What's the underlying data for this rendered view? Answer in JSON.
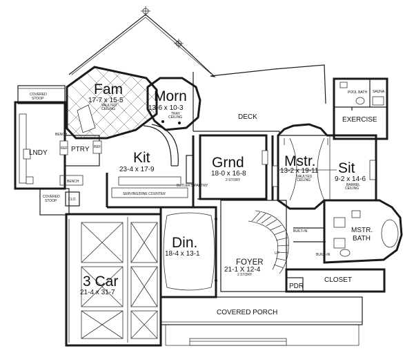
{
  "rooms": {
    "fam": {
      "name": "Fam",
      "size": "17-7 x 15-5",
      "note1": "VAULTED",
      "note2": "CEILING"
    },
    "morn": {
      "name": "Morn",
      "size": "13-6 x 10-3",
      "note1": "TRAY",
      "note2": "CEILING"
    },
    "kit": {
      "name": "Kit",
      "size": "23-4 x 17-9"
    },
    "grnd": {
      "name": "Grnd",
      "size": "18-0 x 16-8",
      "note1": "2 STORY"
    },
    "mstr": {
      "name": "Mstr.",
      "size": "13-2 x 19-11",
      "note1": "VAULTED",
      "note2": "CEILING"
    },
    "sit": {
      "name": "Sit",
      "size": "9-2 x 14-6",
      "note1": "BARREL",
      "note2": "CEILING"
    },
    "din": {
      "name": "Din.",
      "size": "18-4 x 13-1"
    },
    "foyer": {
      "name": "FOYER",
      "size": "21-1 X 12-4",
      "note1": "2 STORY"
    },
    "car": {
      "name": "3 Car",
      "size": "21-4 x 31-7"
    }
  },
  "labels": {
    "deck": "DECK",
    "exercise": "EXERCISE",
    "lndy": "LNDY",
    "ptry": "PTRY",
    "mstr_bath_1": "MSTR.",
    "mstr_bath_2": "BATH",
    "closet": "CLOSET",
    "pdr": "PDR",
    "covered_porch": "COVERED PORCH",
    "covered_stoop_top_1": "COVERED",
    "covered_stoop_top_2": "STOOP",
    "covered_stoop_bot_1": "COVERED",
    "covered_stoop_bot_2": "STOOP",
    "pool_bath": "POOL BATH",
    "sauna": "SAUNA",
    "ref1": "REF",
    "ref2": "REF",
    "bench1": "BENCH",
    "bench2": "BENCH",
    "clo": "CLO.",
    "built_in1": "BUILT-IN",
    "built_in2": "BUILT-IN",
    "butlers": "BUTLER'S PANTRY",
    "serving": "SERVING/DINE COUNTER",
    "up": "UP"
  }
}
